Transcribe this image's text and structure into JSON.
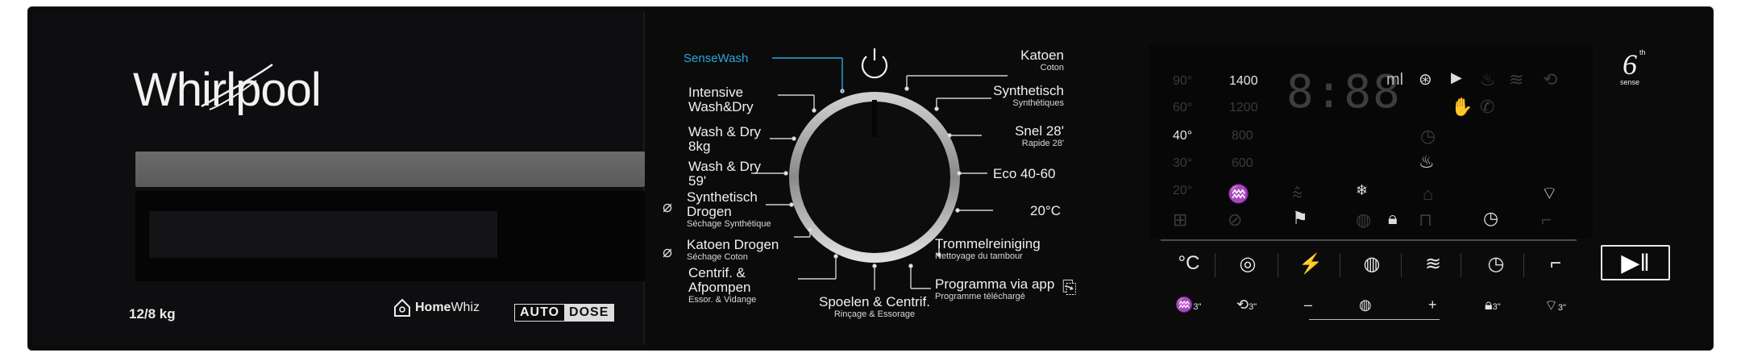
{
  "brand": "Whirlpool",
  "capacity": "12/8 kg",
  "homewhiz": {
    "home": "Home",
    "whiz": "Whiz"
  },
  "autodose": {
    "auto": "AUTO",
    "dose": "DOSE"
  },
  "programs": {
    "sensewash": "SenseWash",
    "intensive": "Intensive Wash&Dry",
    "washdry8": "Wash & Dry 8kg",
    "washdry59": "Wash & Dry 59'",
    "synth_dry": {
      "main": "Synthetisch Drogen",
      "sub": "Séchage Synthétique"
    },
    "cotton_dry": {
      "main": "Katoen Drogen",
      "sub": "Séchage Coton"
    },
    "spin": {
      "main": "Centrif. & Afpompen",
      "sub": "Essor. & Vidange"
    },
    "rinse": {
      "main": "Spoelen & Centrif.",
      "sub": "Rinçage & Essorage"
    },
    "cotton": {
      "main": "Katoen",
      "sub": "Coton"
    },
    "synthetic": {
      "main": "Synthetisch",
      "sub": "Synthétiques"
    },
    "quick": {
      "main": "Snel 28'",
      "sub": "Rapide 28'"
    },
    "eco": "Eco 40-60",
    "c20": "20°C",
    "drum": {
      "main": "Trommelreiniging",
      "sub": "Nettoyage du tambour"
    },
    "app": {
      "main": "Programma via app",
      "sub": "Programme téléchargé"
    }
  },
  "display": {
    "temps": [
      "90°",
      "60°",
      "40°",
      "30°",
      "20°"
    ],
    "active_temp": "40°",
    "spins": [
      "1400",
      "1200",
      "800",
      "600"
    ],
    "active_spin": "1400",
    "time": "8:88",
    "unit": "ml"
  },
  "buttons": [
    "°C",
    "◎",
    "⚡",
    "◍",
    "≋",
    "◷",
    "⌐"
  ],
  "bottom": {
    "rinse_hold": "3\"",
    "reset": "3\"",
    "minus": "–",
    "plus": "+",
    "lock": "3\"",
    "wifi": "3\""
  },
  "sixth_sense": {
    "number": "6",
    "suffix": "th",
    "word": "sense"
  },
  "icon_names": [
    "power-icon",
    "play-pause-icon",
    "wifi-icon",
    "lock-icon",
    "timer-icon"
  ]
}
